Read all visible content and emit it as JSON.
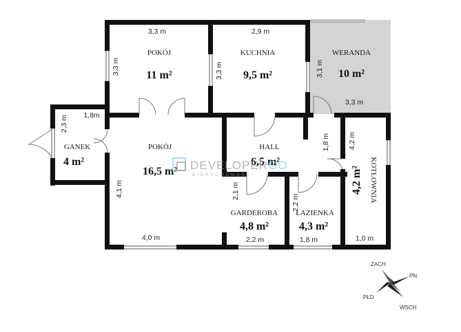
{
  "rooms": [
    {
      "name": "POKÓJ",
      "area": "11 m²"
    },
    {
      "name": "KUCHNIA",
      "area": "9,5 m²"
    },
    {
      "name": "WERANDA",
      "area": "10 m²"
    },
    {
      "name": "GANEK",
      "area": "4 m²"
    },
    {
      "name": "POKÓJ",
      "area": "16,5 m²"
    },
    {
      "name": "HALL",
      "area": "6,5 m²"
    },
    {
      "name": "KOTŁOWNIA",
      "area": "4,2 m²"
    },
    {
      "name": "GARDEROBA",
      "area": "4,8 m²"
    },
    {
      "name": "ŁAZIENKA",
      "area": "4,3 m²"
    }
  ],
  "dimensions": [
    "3,3 m",
    "2,9 m",
    "3,3 m",
    "3,3 m",
    "3,1 m",
    "3,3 m",
    "1,8m",
    "2,3 m",
    "4,1 m",
    "4,0 m",
    "1,8 m",
    "4,2 m",
    "2,1 m",
    "2,2 m",
    "2,2 m",
    "1,8 m",
    "1,0 m"
  ],
  "watermark": {
    "brand_a": "DEVELOPER",
    "brand_b": "GO",
    "sub": "NIERUCHOMOŚCI"
  },
  "compass": {
    "n": "PN",
    "s": "PŁD",
    "e": "WSCH",
    "w": "ZACH"
  },
  "colors": {
    "wall": "#111111",
    "veranda": "#d4d4d4",
    "brand_a": "#9aa0a6",
    "brand_b": "#7fd3f0"
  }
}
